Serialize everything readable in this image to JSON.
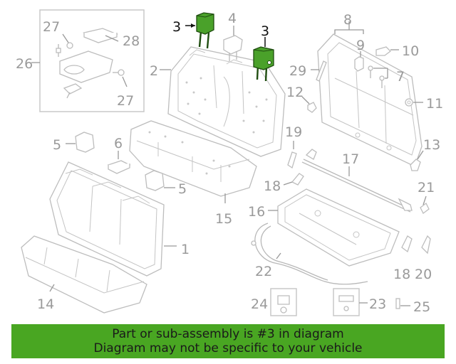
{
  "diagram": {
    "highlight_color": "#4aa12a",
    "labels": {
      "l1": "1",
      "l2": "2",
      "l3a": "3",
      "l3b": "3",
      "l4": "4",
      "l5a": "5",
      "l5b": "5",
      "l6": "6",
      "l7": "7",
      "l8": "8",
      "l9": "9",
      "l10": "10",
      "l11": "11",
      "l12": "12",
      "l13": "13",
      "l14": "14",
      "l15": "15",
      "l16": "16",
      "l17": "17",
      "l18a": "18",
      "l18b": "18",
      "l19": "19",
      "l20": "20",
      "l21": "21",
      "l22": "22",
      "l23": "23",
      "l24": "24",
      "l25": "25",
      "l26": "26",
      "l27a": "27",
      "l27b": "27",
      "l28": "28",
      "l29": "29"
    }
  },
  "banner": {
    "line1": "Part or sub-assembly is #3 in diagram",
    "line2": "Diagram may not be specific to your vehicle",
    "background": "#49a622"
  }
}
